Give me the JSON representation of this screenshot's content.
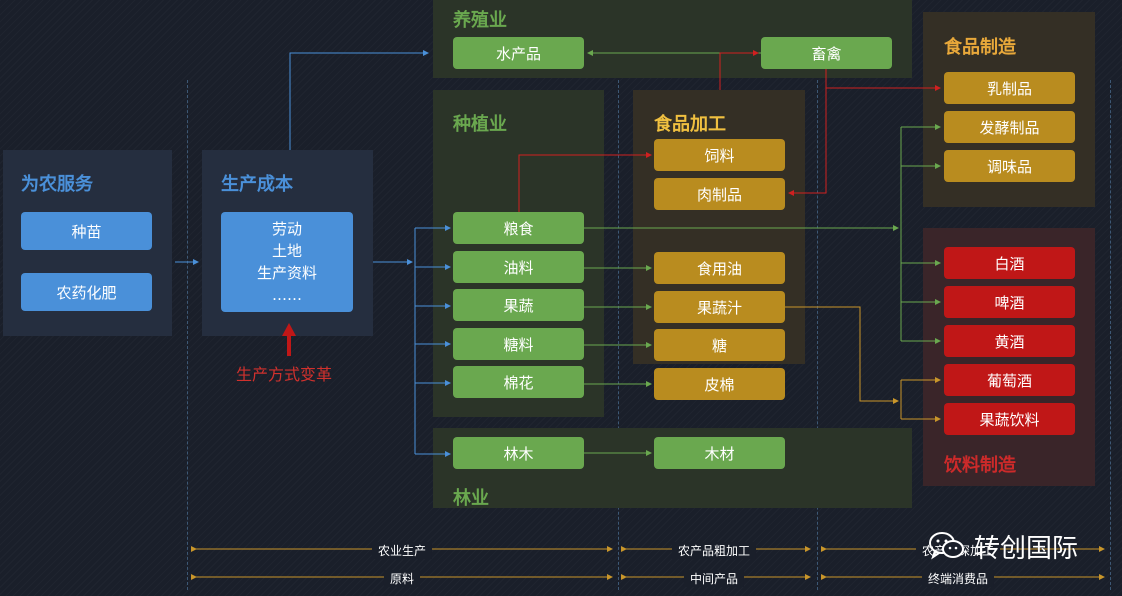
{
  "sections": {
    "service": {
      "title": "为农服务",
      "items": [
        "种苗",
        "农药化肥"
      ]
    },
    "cost": {
      "title": "生产成本",
      "lines": [
        "劳动",
        "土地",
        "生产资料",
        "……"
      ],
      "caption": "生产方式变革"
    },
    "breeding": {
      "title": "养殖业",
      "items": [
        "水产品",
        "畜禽"
      ]
    },
    "planting": {
      "title": "种植业",
      "items": [
        "粮食",
        "油料",
        "果蔬",
        "糖料",
        "棉花"
      ]
    },
    "forestry": {
      "title": "林业",
      "items": [
        "林木"
      ]
    },
    "processing": {
      "title": "食品加工",
      "items": [
        "饲料",
        "肉制品",
        "食用油",
        "果蔬汁",
        "糖",
        "皮棉",
        "木材"
      ]
    },
    "food_manufacturing": {
      "title": "食品制造",
      "items": [
        "乳制品",
        "发酵制品",
        "调味品"
      ]
    },
    "beverage_manufacturing": {
      "title": "饮料制造",
      "items": [
        "白酒",
        "啤酒",
        "黄酒",
        "葡萄酒",
        "果蔬饮料"
      ]
    }
  },
  "axis": {
    "row1": [
      "农业生产",
      "农产品粗加工",
      "农产品深加工"
    ],
    "row2": [
      "原料",
      "中间产品",
      "终端消费品"
    ]
  },
  "watermark": "转创国际",
  "colors": {
    "blue_title": "#4a90d9",
    "green": "#6aa84f",
    "gold": "#b98c1f",
    "red": "#c01717",
    "processing_title": "#f0c040",
    "food_title": "#e8a83a",
    "beverage_title": "#cc2a2a",
    "caption": "#d0312d"
  }
}
